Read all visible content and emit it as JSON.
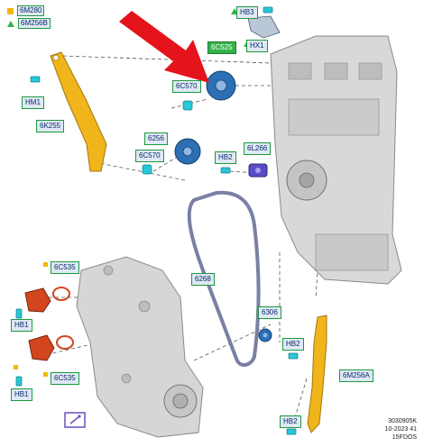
{
  "legend": [
    {
      "symbol": "square",
      "code": "6M280"
    },
    {
      "symbol": "triangle",
      "code": "6M256B"
    }
  ],
  "parts": {
    "p_6c525": "6C525",
    "p_6c570_a": "6C570",
    "p_6256": "6256",
    "p_6c570_b": "6C570",
    "p_hm1": "HM1",
    "p_6k255": "6K255",
    "p_hb3": "HB3",
    "p_hx1": "HX1",
    "p_6l266": "6L266",
    "p_hb2_a": "HB2",
    "p_6268": "6268",
    "p_6306": "6306",
    "p_hb2_b": "HB2",
    "p_6m256a": "6M256A",
    "p_hb2_c": "HB2",
    "p_6c535_a": "6C535",
    "p_hb1_a": "HB1",
    "p_6c535_b": "6C535",
    "p_hb1_b": "HB1"
  },
  "reference": {
    "line1": "3030905K",
    "line2": "10-2023 41",
    "line3": "15FDOS"
  },
  "colors": {
    "arrow": "#e5131b",
    "guide": "#f0b51a",
    "sprocket": "#2c6fb5",
    "bolt": "#28c7d9",
    "pump": "#d2451e",
    "belt": "#7a7fa5",
    "engine": "#d8d8d8"
  }
}
